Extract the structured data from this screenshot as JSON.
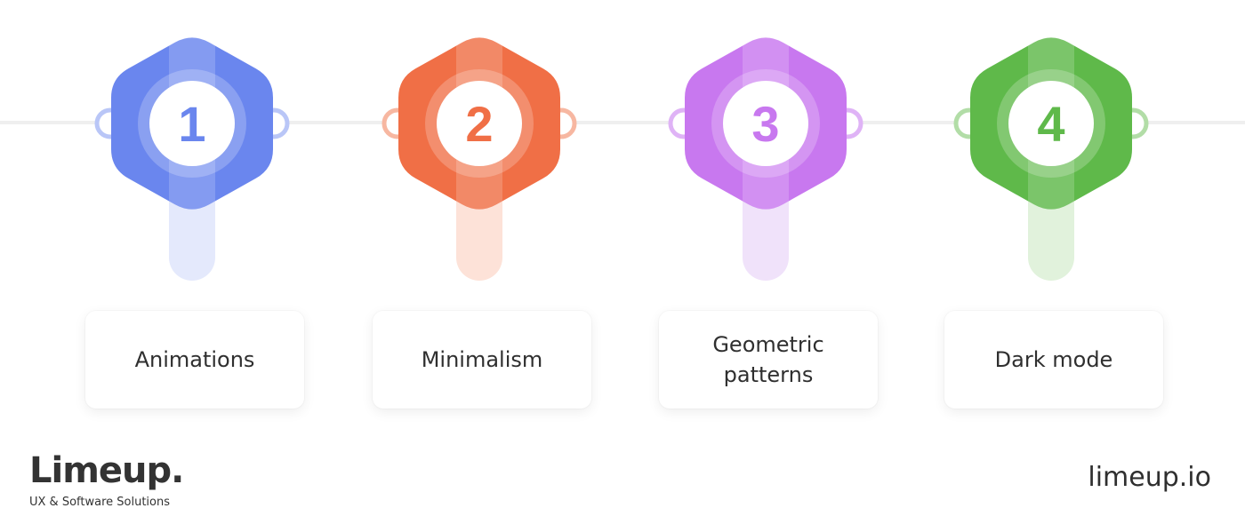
{
  "steps": [
    {
      "number": "1",
      "label": "Animations",
      "color": "#6a86ee",
      "light": "#e4e9fc",
      "ring": "#b9c6f7"
    },
    {
      "number": "2",
      "label": "Minimalism",
      "color": "#f06f46",
      "light": "#fde2d8",
      "ring": "#f7b7a1"
    },
    {
      "number": "3",
      "label": "Geometric patterns",
      "color": "#c878ef",
      "light": "#f0e2fa",
      "ring": "#dfb3f6"
    },
    {
      "number": "4",
      "label": "Dark mode",
      "color": "#5fb94a",
      "light": "#e1f2dc",
      "ring": "#b2dda7"
    }
  ],
  "brand": {
    "name": "Limeup.",
    "tagline": "UX & Software Solutions",
    "site": "limeup.io"
  }
}
